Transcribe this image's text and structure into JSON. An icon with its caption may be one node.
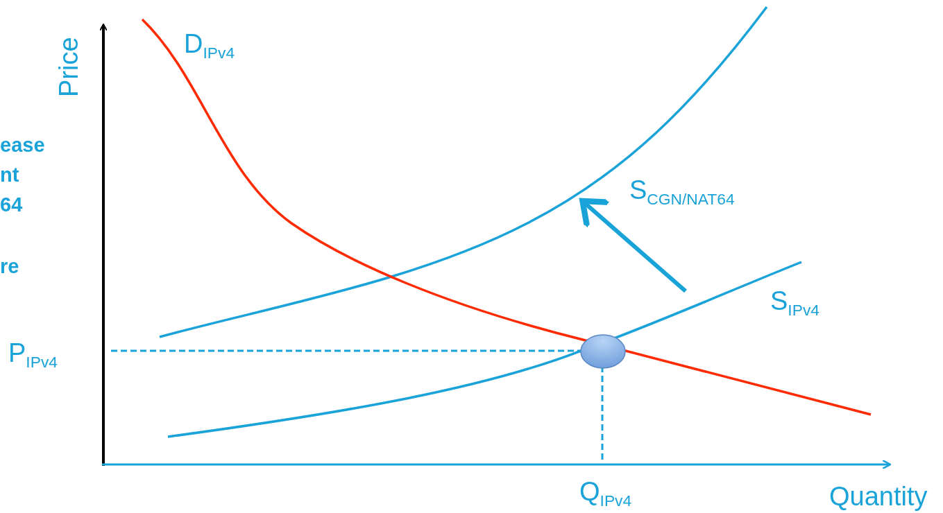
{
  "diagram": {
    "labels": [
      "D$_{IPv4}$",
      "Price",
      "ease",
      "nt",
      "64",
      "S$_{CGN/NAT64}$",
      "re",
      "S$_{IPv4}$",
      "P$_{IPv4}$",
      "Q$_{IPv4}$",
      "Quantity"
    ]
  }
}
